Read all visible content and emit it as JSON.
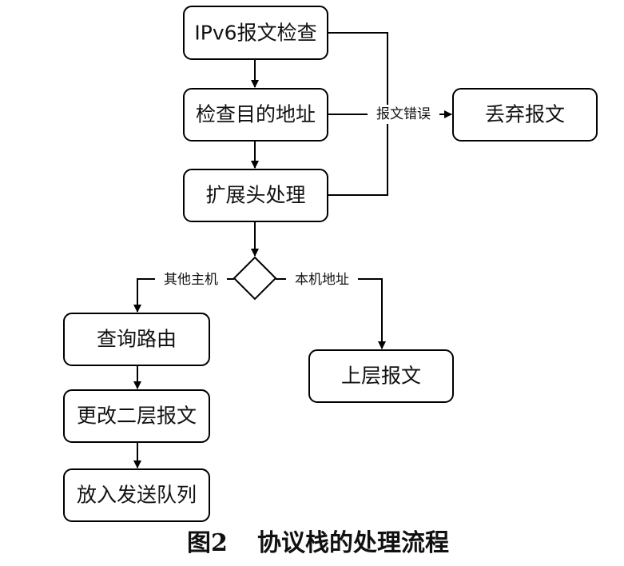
{
  "nodes": {
    "ipv6_check": "IPv6报文检查",
    "check_dest": "检查目的地址",
    "ext_header": "扩展头处理",
    "discard": "丢弃报文",
    "lookup_route": "查询路由",
    "modify_l2": "更改二层报文",
    "enqueue": "放入发送队列",
    "upper_layer": "上层报文"
  },
  "edge_labels": {
    "error": "报文错误",
    "other_host": "其他主机",
    "local_addr": "本机地址"
  },
  "caption": {
    "figure_no": "图2",
    "title": "协议栈的处理流程"
  }
}
